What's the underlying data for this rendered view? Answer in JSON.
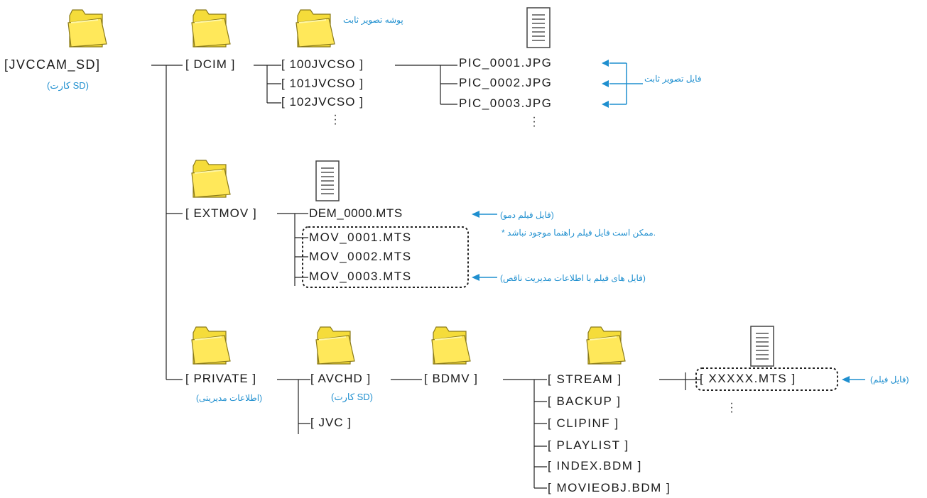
{
  "root": {
    "label": "[JVCCAM_SD]",
    "note": "(کارت SD)"
  },
  "dcim": {
    "label": "[ DCIM ]",
    "folder_note": "پوشه تصویر ثابت",
    "subfolders": [
      "[ 100JVCSO ]",
      "[ 101JVCSO ]",
      "[ 102JVCSO ]"
    ],
    "files": [
      "PIC_0001.JPG",
      "PIC_0002.JPG",
      "PIC_0003.JPG"
    ],
    "files_note": "فایل تصویر ثابت"
  },
  "extmov": {
    "label": "[ EXTMOV ]",
    "demo_file": "DEM_0000.MTS",
    "demo_note": "(فایل فیلم دمو)",
    "demo_footnote": "* ممکن است فایل فیلم راهنما موجود نباشد.",
    "files": [
      "MOV_0001.MTS",
      "MOV_0002.MTS",
      "MOV_0003.MTS"
    ],
    "files_note": "(فایل های فیلم با اطلاعات مدیریت ناقص)"
  },
  "private": {
    "label": "[ PRIVATE ]",
    "note": "(اطلاعات مدیریتی)",
    "avchd": {
      "label": "[ AVCHD ]",
      "note": "(کارت SD)"
    },
    "jvc": {
      "label": "[ JVC ]"
    },
    "bdmv": {
      "label": "[ BDMV ]"
    },
    "bdmv_children": [
      "[ STREAM ]",
      "[ BACKUP ]",
      "[ CLIPINF ]",
      "[ PLAYLIST ]",
      "[ INDEX.BDM ]",
      "[ MOVIEOBJ.BDM ]"
    ],
    "stream_file": "[ XXXXX.MTS ]",
    "stream_note": "(فایل فیلم)"
  },
  "colors": {
    "accent": "#1f8fcf",
    "folder": "#f5dc3a",
    "line": "#222222"
  },
  "icons": {
    "folder": "folder-icon",
    "document": "document-icon",
    "arrow": "arrow-left-icon"
  }
}
